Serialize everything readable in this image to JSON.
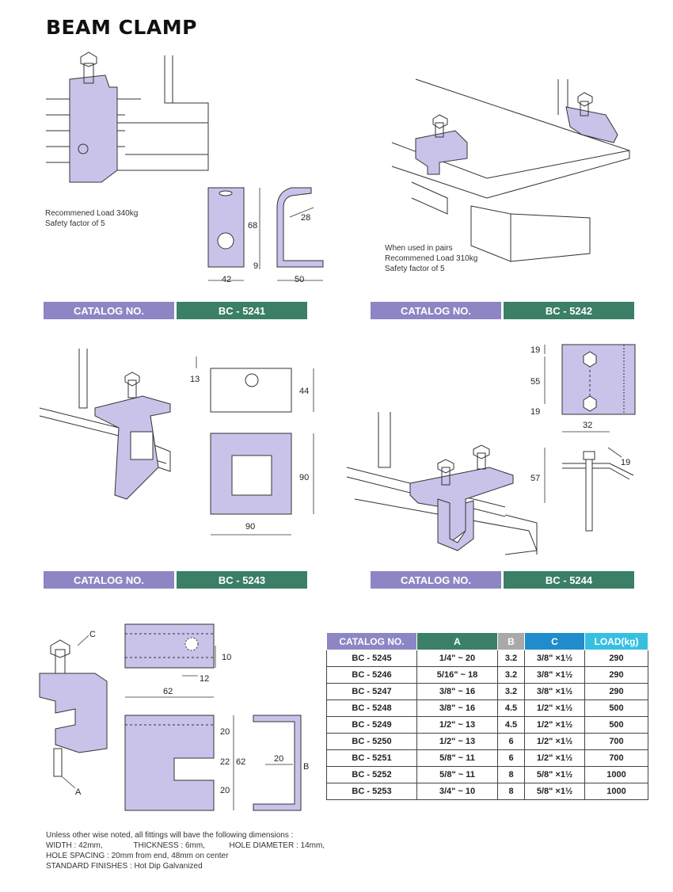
{
  "title": "BEAM CLAMP",
  "sections": [
    {
      "catalog_label": "CATALOG NO.",
      "catalog_no": "BC - 5241",
      "note": [
        "Recommened Load 340kg",
        "Safety factor of 5"
      ],
      "dims": {
        "h": "68",
        "h2": "9",
        "w": "42",
        "w2": "50",
        "d": "28"
      }
    },
    {
      "catalog_label": "CATALOG NO.",
      "catalog_no": "BC - 5242",
      "note": [
        "When used in pairs",
        "Recommened Load 310kg",
        "Safety factor of 5"
      ]
    },
    {
      "catalog_label": "CATALOG NO.",
      "catalog_no": "BC - 5243",
      "dims": {
        "a": "13",
        "b": "44",
        "c": "90",
        "d": "90"
      }
    },
    {
      "catalog_label": "CATALOG NO.",
      "catalog_no": "BC - 5244",
      "dims": {
        "a": "19",
        "b": "55",
        "c": "19",
        "d": "32",
        "e": "57",
        "f": "19"
      }
    }
  ],
  "bottom_dims": {
    "a": "10",
    "b": "12",
    "c": "62",
    "d": "20",
    "e": "22",
    "f": "20",
    "g": "62",
    "h": "20",
    "labelA": "A",
    "labelB": "B",
    "labelC": "C"
  },
  "table": {
    "headers": [
      "CATALOG NO.",
      "A",
      "B",
      "C",
      "LOAD(kg)"
    ],
    "header_colors": [
      "#8c86c4",
      "#3a7f66",
      "#a9a9a9",
      "#1f8ccc",
      "#36bfe0"
    ],
    "rows": [
      [
        "BC - 5245",
        "1/4\" ~ 20",
        "3.2",
        "3/8\" ×1½",
        "290"
      ],
      [
        "BC - 5246",
        "5/16\" ~ 18",
        "3.2",
        "3/8\" ×1½",
        "290"
      ],
      [
        "BC - 5247",
        "3/8\" ~ 16",
        "3.2",
        "3/8\" ×1½",
        "290"
      ],
      [
        "BC - 5248",
        "3/8\" ~ 16",
        "4.5",
        "1/2\" ×1½",
        "500"
      ],
      [
        "BC - 5249",
        "1/2\" ~ 13",
        "4.5",
        "1/2\" ×1½",
        "500"
      ],
      [
        "BC - 5250",
        "1/2\" ~ 13",
        "6",
        "1/2\" ×1½",
        "700"
      ],
      [
        "BC - 5251",
        "5/8\" ~ 11",
        "6",
        "1/2\" ×1½",
        "700"
      ],
      [
        "BC - 5252",
        "5/8\" ~ 11",
        "8",
        "5/8\" ×1½",
        "1000"
      ],
      [
        "BC - 5253",
        "3/4\" ~ 10",
        "8",
        "5/8\" ×1½",
        "1000"
      ]
    ]
  },
  "footer": [
    "Unless other wise noted, all fittings will bave the following dimensions :",
    "WIDTH : 42mm,              THICKNESS : 6mm,           HOLE DIAMETER : 14mm,",
    "HOLE SPACING : 20mm from end, 48mm on center",
    "STANDARD FINISHES : Hot Dip Galvanized"
  ]
}
